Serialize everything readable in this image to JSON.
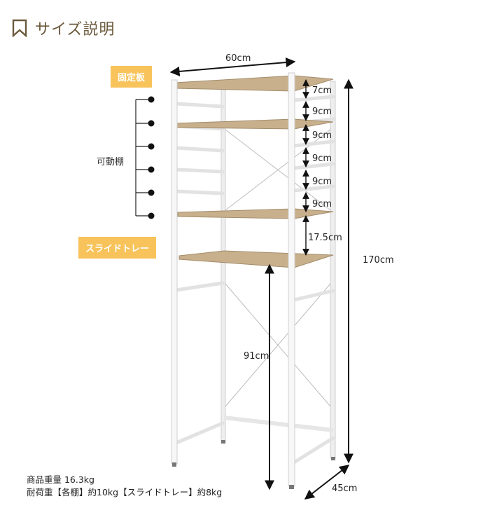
{
  "header": {
    "title": "サイズ説明",
    "icon": "bookmark-icon"
  },
  "labels": {
    "fixed_shelf": "固定板",
    "movable_shelf": "可動棚",
    "slide_tray": "スライドトレー"
  },
  "dimensions": {
    "width": "60cm",
    "height": "170cm",
    "depth": "45cm",
    "tray_height": "91cm",
    "gap_top": "7cm",
    "gap_1": "9cm",
    "gap_2": "9cm",
    "gap_3": "9cm",
    "gap_4": "9cm",
    "gap_5": "9cm",
    "gap_tray": "17.5cm"
  },
  "specs": {
    "weight": "商品重量 16.3kg",
    "load": "耐荷重【各棚】約10kg【スライドトレー】約8kg"
  },
  "colors": {
    "badge": "#f7c35a",
    "title": "#6b5a3c",
    "wood": "#c9b08d",
    "frame": "#f2f2f2"
  }
}
